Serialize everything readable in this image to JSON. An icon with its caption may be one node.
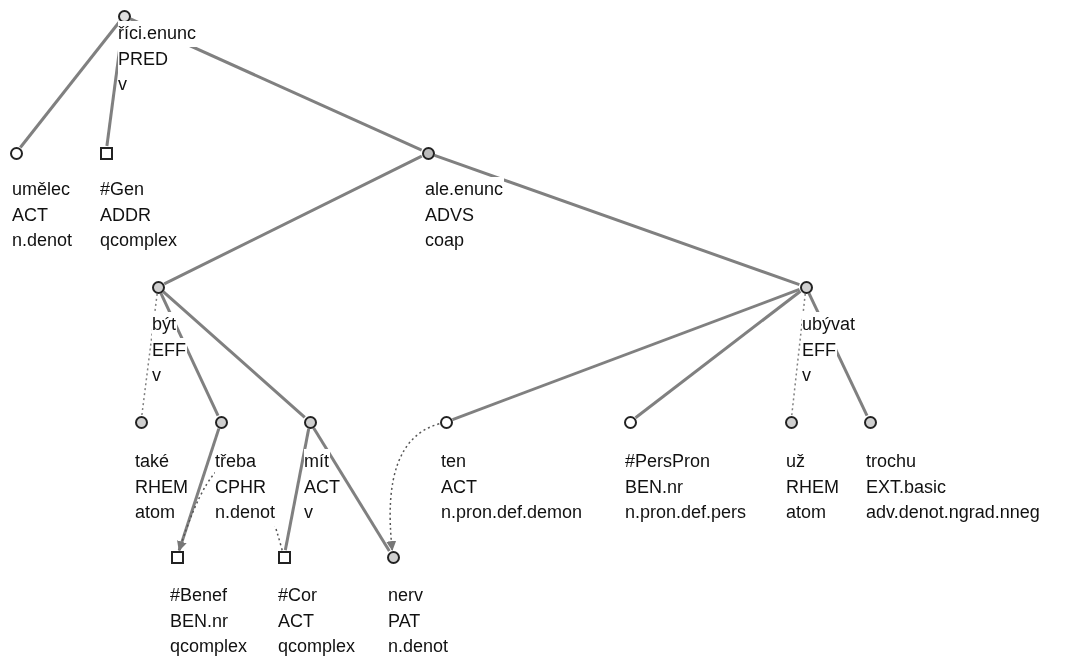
{
  "diagram": {
    "nodes": [
      {
        "text": [],
        "shape": "circle",
        "beside": [
          "říci.enunc",
          "PRED",
          "v"
        ]
      },
      {
        "text": [],
        "shape": "circle",
        "beside": [
          "umělec",
          "ACT",
          "n.denot"
        ]
      },
      {
        "text": [],
        "shape": "box",
        "beside": [
          "#Gen",
          "ADDR",
          "qcomplex"
        ]
      },
      {
        "text": [],
        "shape": "circle",
        "beside": [
          "ale.enunc",
          "ADVS",
          "coap"
        ]
      },
      {
        "text": [],
        "shape": "circle",
        "beside": [
          "být",
          "EFF",
          "v"
        ]
      },
      {
        "text": [],
        "shape": "circle",
        "beside": [
          "ubývat",
          "EFF",
          "v"
        ]
      },
      {
        "text": [],
        "shape": "circle",
        "beside": [
          "také",
          "RHEM",
          "atom"
        ]
      },
      {
        "text": [],
        "shape": "circle",
        "beside": [
          "třeba",
          "CPHR",
          "n.denot"
        ]
      },
      {
        "text": [],
        "shape": "circle",
        "beside": [
          "mít",
          "ACT",
          "v"
        ]
      },
      {
        "text": [],
        "shape": "circle",
        "beside": [
          "ten",
          "ACT",
          "n.pron.def.demon"
        ]
      },
      {
        "text": [],
        "shape": "circle",
        "beside": [
          "#PersPron",
          "BEN.nr",
          "n.pron.def.pers"
        ]
      },
      {
        "text": [],
        "shape": "circle",
        "beside": [
          "už",
          "RHEM",
          "atom"
        ]
      },
      {
        "text": [],
        "shape": "circle",
        "beside": [
          "trochu",
          "EXT.basic",
          "adv.denot.ngrad.nneg"
        ]
      },
      {
        "text": [],
        "shape": "box",
        "beside": [
          "#Benef",
          "BEN.nr",
          "qcomplex"
        ]
      },
      {
        "text": [],
        "shape": "box",
        "beside": [
          "#Cor",
          "ACT",
          "qcomplex"
        ]
      },
      {
        "text": [],
        "shape": "circle",
        "beside": [
          "nerv",
          "PAT",
          "n.denot"
        ]
      }
    ],
    "edges": [
      {
        "from": 0,
        "to": 1,
        "arrow": "none"
      },
      {
        "from": 0,
        "to": 2,
        "arrow": "none"
      },
      {
        "from": 0,
        "to": 3,
        "arrow": "none"
      },
      {
        "from": 3,
        "to": 4,
        "arrow": "none"
      },
      {
        "from": 3,
        "to": 5,
        "arrow": "none"
      },
      {
        "from": 4,
        "to": 6,
        "arrow": "none",
        "style": "dashed"
      },
      {
        "from": 4,
        "to": 7,
        "arrow": "none"
      },
      {
        "from": 4,
        "to": 8,
        "arrow": "none"
      },
      {
        "from": 7,
        "to": 13,
        "arrow": "none"
      },
      {
        "from": 8,
        "to": 14,
        "arrow": "none"
      },
      {
        "from": 8,
        "to": 15,
        "arrow": "none"
      },
      {
        "from": 5,
        "to": 9,
        "arrow": "none"
      },
      {
        "from": 5,
        "to": 10,
        "arrow": "none"
      },
      {
        "from": 5,
        "to": 11,
        "arrow": "none",
        "style": "dashed"
      },
      {
        "from": 5,
        "to": 12,
        "arrow": "none"
      },
      {
        "from": 9,
        "to": 15,
        "arrow": "to",
        "style": "dashed",
        "color": "#555555"
      },
      {
        "from": 14,
        "to": 13,
        "arrow": "to",
        "style": "dashed",
        "color": "#555555"
      }
    ]
  }
}
